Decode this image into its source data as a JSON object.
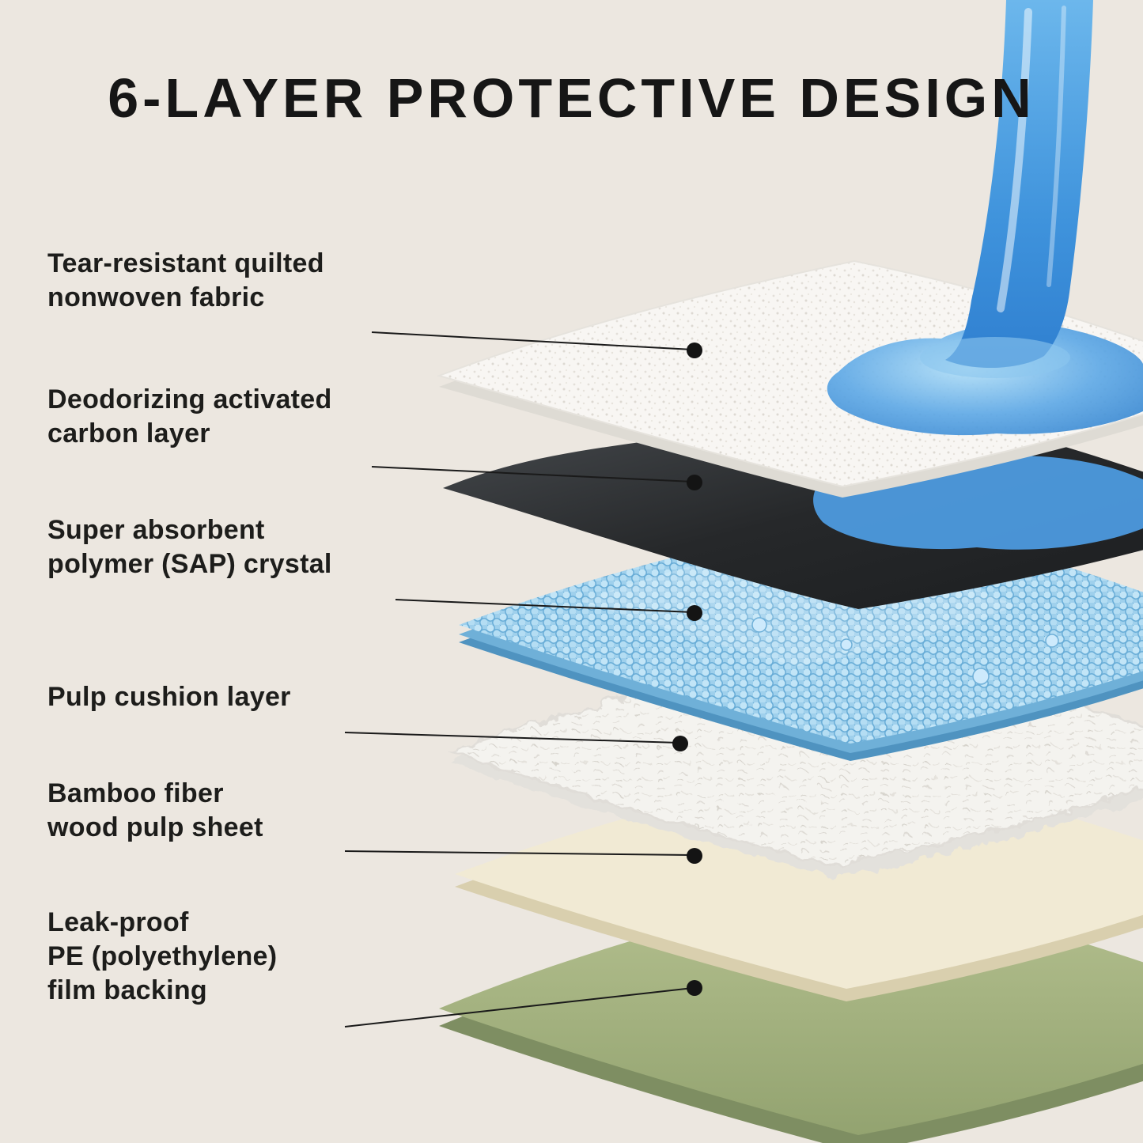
{
  "title": "6-LAYER PROTECTIVE DESIGN",
  "layers": [
    {
      "label": "Tear-resistant quilted\nnonwoven fabric"
    },
    {
      "label": "Deodorizing activated\ncarbon layer"
    },
    {
      "label": "Super absorbent\npolymer (SAP) crystal"
    },
    {
      "label": "Pulp cushion layer"
    },
    {
      "label": "Bamboo fiber\nwood pulp sheet"
    },
    {
      "label": "Leak-proof\nPE (polyethylene)\nfilm backing"
    }
  ],
  "colors": {
    "background": "#ECE7E0",
    "text": "#1D1D1B",
    "water": "#3F93DC",
    "fabric_layer": "#F8F6F3",
    "carbon_layer": "#26282A",
    "sap_layer": "#9FD0EC",
    "pulp_layer": "#F4F3EF",
    "bamboo_layer": "#F1EAD4",
    "pe_film_layer": "#A3B083",
    "leader_dot": "#141414"
  }
}
